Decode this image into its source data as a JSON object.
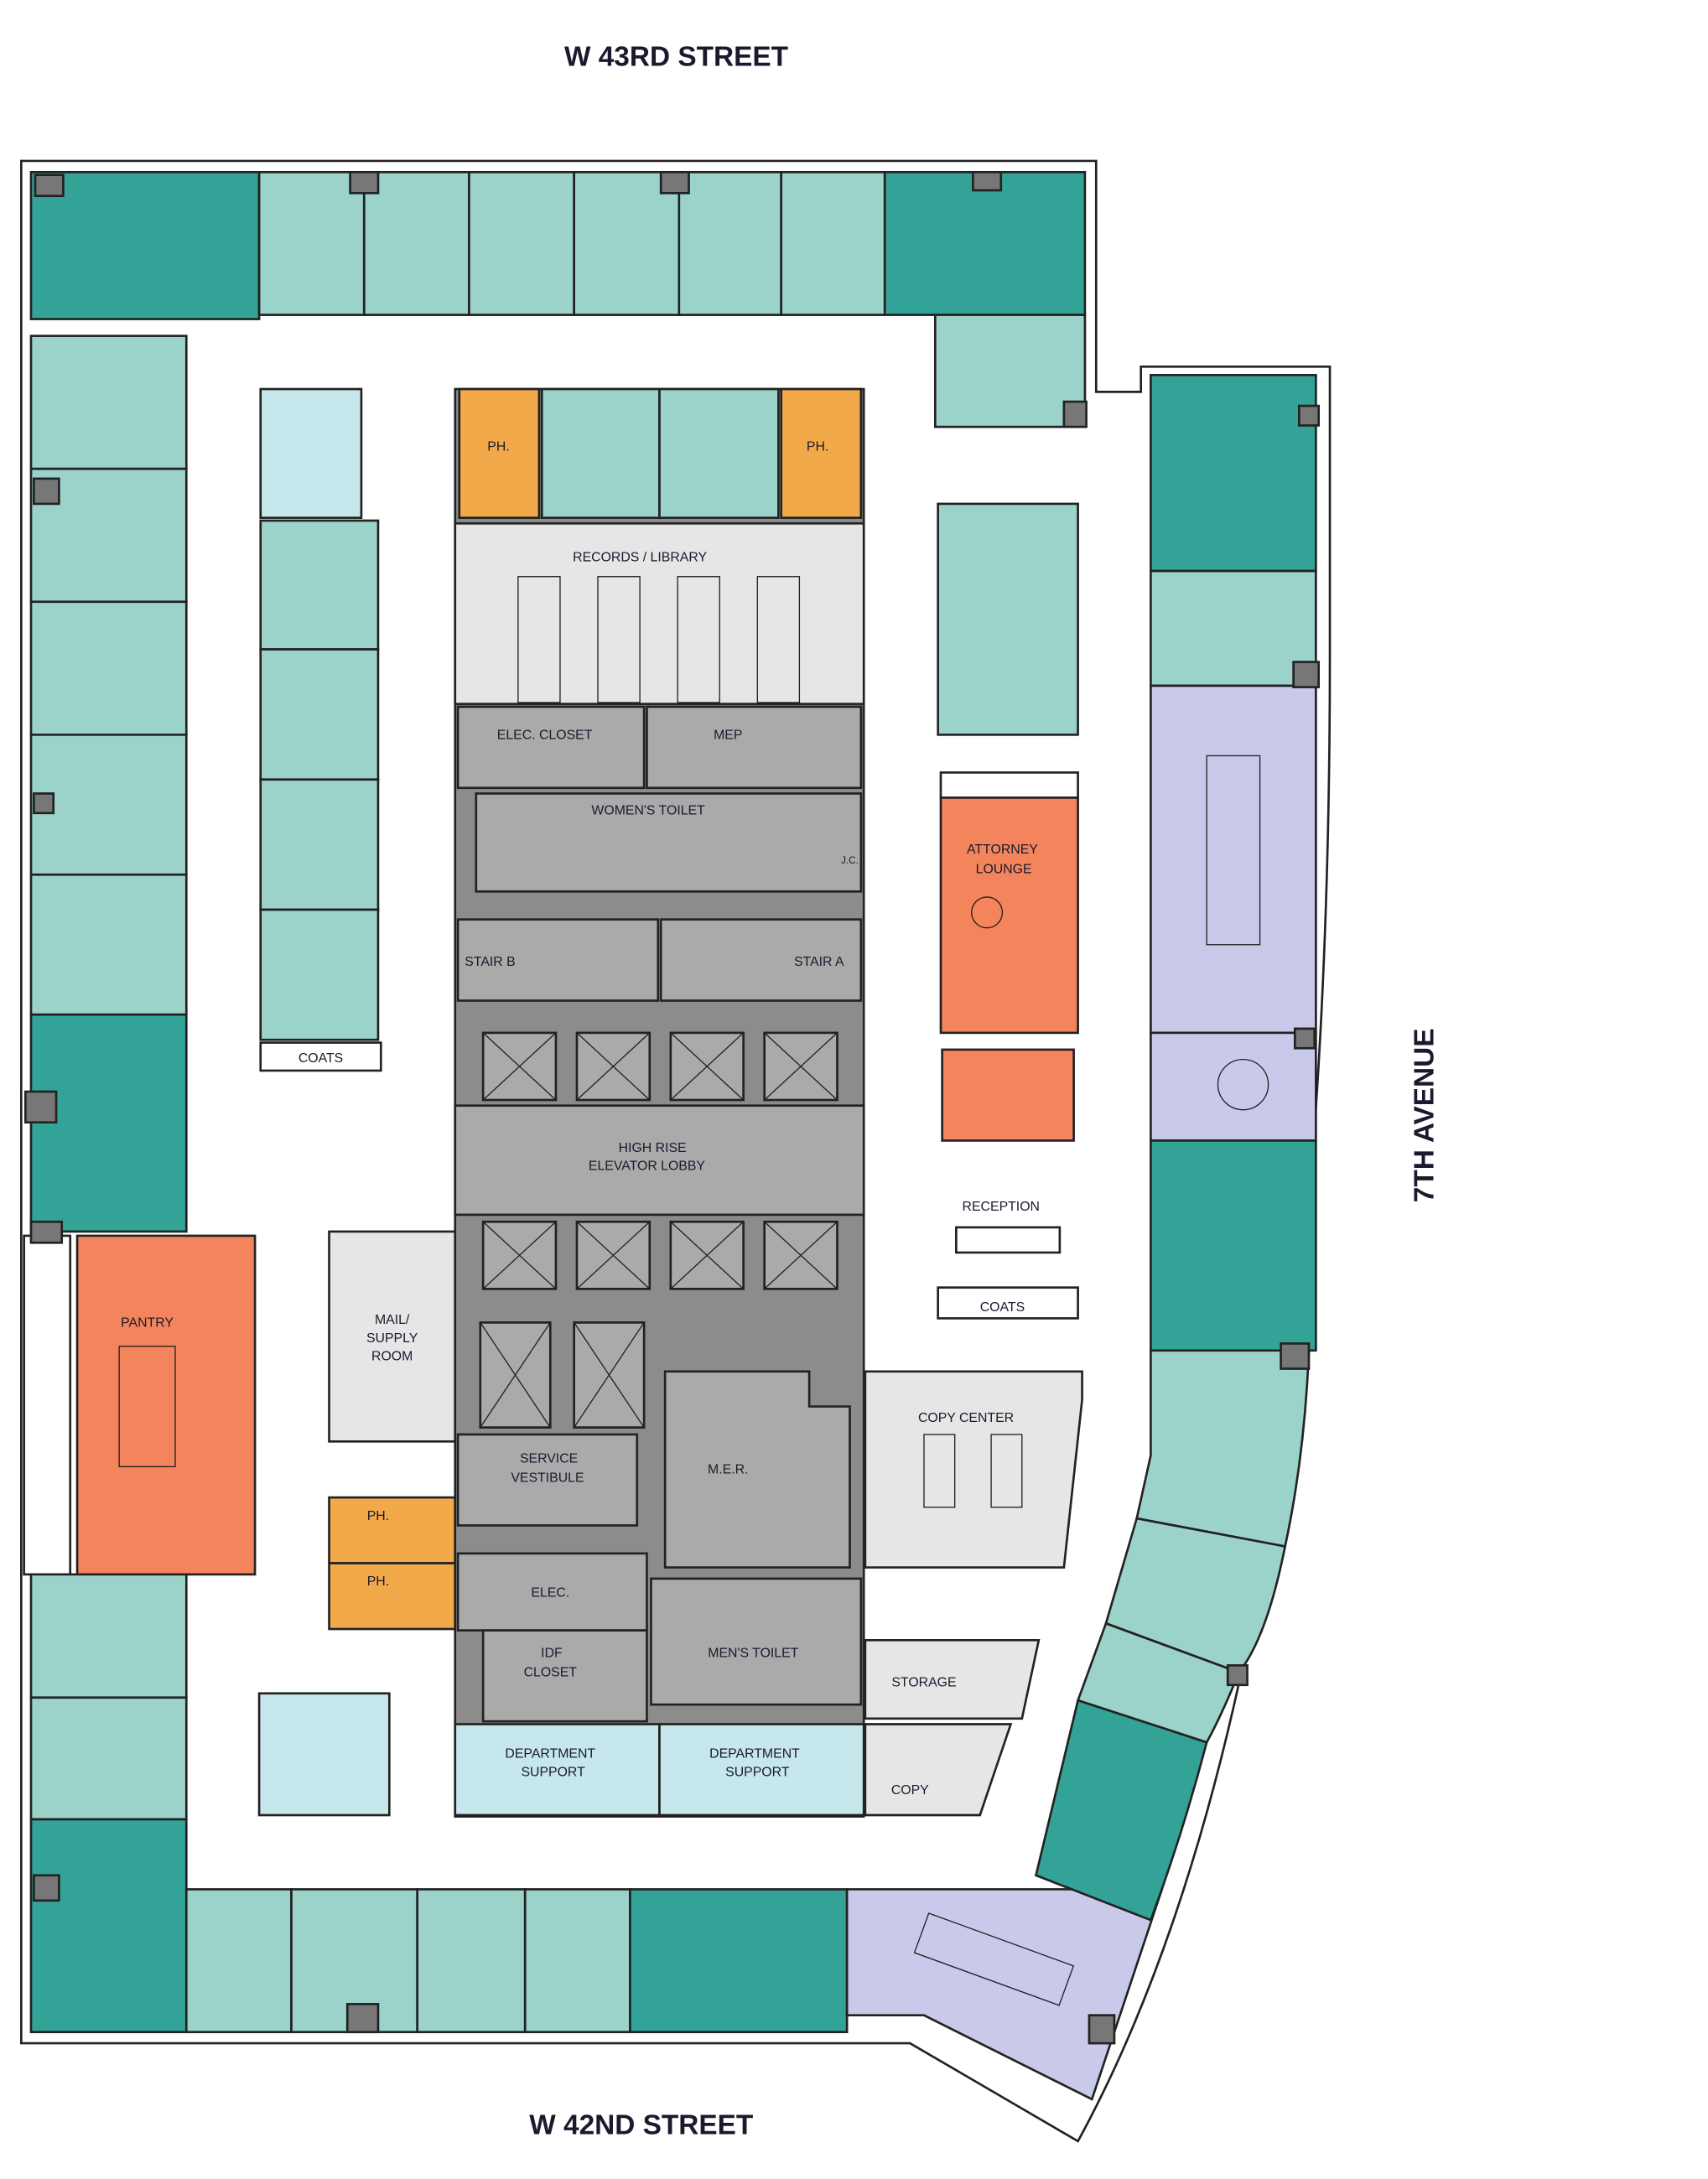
{
  "streets": {
    "north": "W 43RD STREET",
    "south": "W 42ND STREET",
    "east": "7TH AVENUE"
  },
  "rooms": {
    "ph_1": "PH.",
    "ph_2": "PH.",
    "ph_3": "PH.",
    "ph_4": "PH.",
    "records": "RECORDS / LIBRARY",
    "elec_closet": "ELEC. CLOSET",
    "mep": "MEP",
    "womens_toilet": "WOMEN'S TOILET",
    "jc": "J.C.",
    "stair_b": "STAIR B",
    "stair_a": "STAIR A",
    "elevator_lobby_1": "HIGH RISE",
    "elevator_lobby_2": "ELEVATOR LOBBY",
    "coats_left": "COATS",
    "mail_1": "MAIL/",
    "mail_2": "SUPPLY",
    "mail_3": "ROOM",
    "pantry": "PANTRY",
    "service_1": "SERVICE",
    "service_2": "VESTIBULE",
    "mer": "M.E.R.",
    "elec": "ELEC.",
    "idf_1": "IDF",
    "idf_2": "CLOSET",
    "mens_toilet": "MEN'S TOILET",
    "dept_1a": "DEPARTMENT",
    "dept_1b": "SUPPORT",
    "dept_2a": "DEPARTMENT",
    "dept_2b": "SUPPORT",
    "attorney_1": "ATTORNEY",
    "attorney_2": "LOUNGE",
    "reception": "RECEPTION",
    "coats_right": "COATS",
    "copy_center": "COPY CENTER",
    "storage": "STORAGE",
    "copy": "COPY"
  },
  "colors": {
    "private_office": "#34a397",
    "office": "#9bd3ca",
    "support": "#c6e7ec",
    "phone": "#f2a94a",
    "amenity": "#f4845c",
    "conference": "#c9c9ea",
    "core": "#aaaaaa",
    "core_dark": "#8c8c8c",
    "service": "#e6e6e6"
  }
}
